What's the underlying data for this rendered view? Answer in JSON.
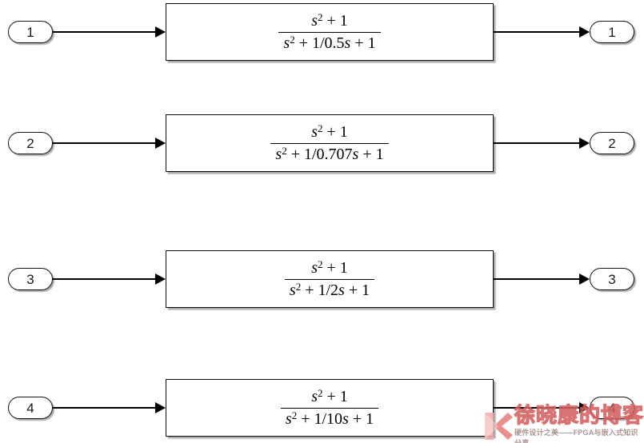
{
  "diagram": {
    "rows": [
      {
        "input_label": "1",
        "output_label": "1",
        "formula": {
          "num_s": "s",
          "num_sup": "2",
          "num_rest": " + 1",
          "den_s": "s",
          "den_sup": "2",
          "den_mid": " + 1/",
          "den_coef": "0.5",
          "den_s2": "s",
          "den_rest": " + 1"
        }
      },
      {
        "input_label": "2",
        "output_label": "2",
        "formula": {
          "num_s": "s",
          "num_sup": "2",
          "num_rest": " + 1",
          "den_s": "s",
          "den_sup": "2",
          "den_mid": " + 1/",
          "den_coef": "0.707",
          "den_s2": "s",
          "den_rest": " + 1"
        }
      },
      {
        "input_label": "3",
        "output_label": "3",
        "formula": {
          "num_s": "s",
          "num_sup": "2",
          "num_rest": " + 1",
          "den_s": "s",
          "den_sup": "2",
          "den_mid": " + 1/",
          "den_coef": "2",
          "den_s2": "s",
          "den_rest": " + 1"
        }
      },
      {
        "input_label": "4",
        "output_label": "4",
        "formula": {
          "num_s": "s",
          "num_sup": "2",
          "num_rest": " + 1",
          "den_s": "s",
          "den_sup": "2",
          "den_mid": " + 1/",
          "den_coef": "10",
          "den_s2": "s",
          "den_rest": " + 1"
        }
      }
    ]
  },
  "watermark": {
    "title": "徐晓康的博客",
    "subtitle": "硬件设计之美——FPGA与嵌入式知识分享",
    "colors": {
      "logo_light": "#f3acac",
      "logo_dark": "#e87f7f",
      "title": "#f2b4b4",
      "title_stroke": "#d45f5f",
      "subtitle": "#a08585"
    }
  }
}
